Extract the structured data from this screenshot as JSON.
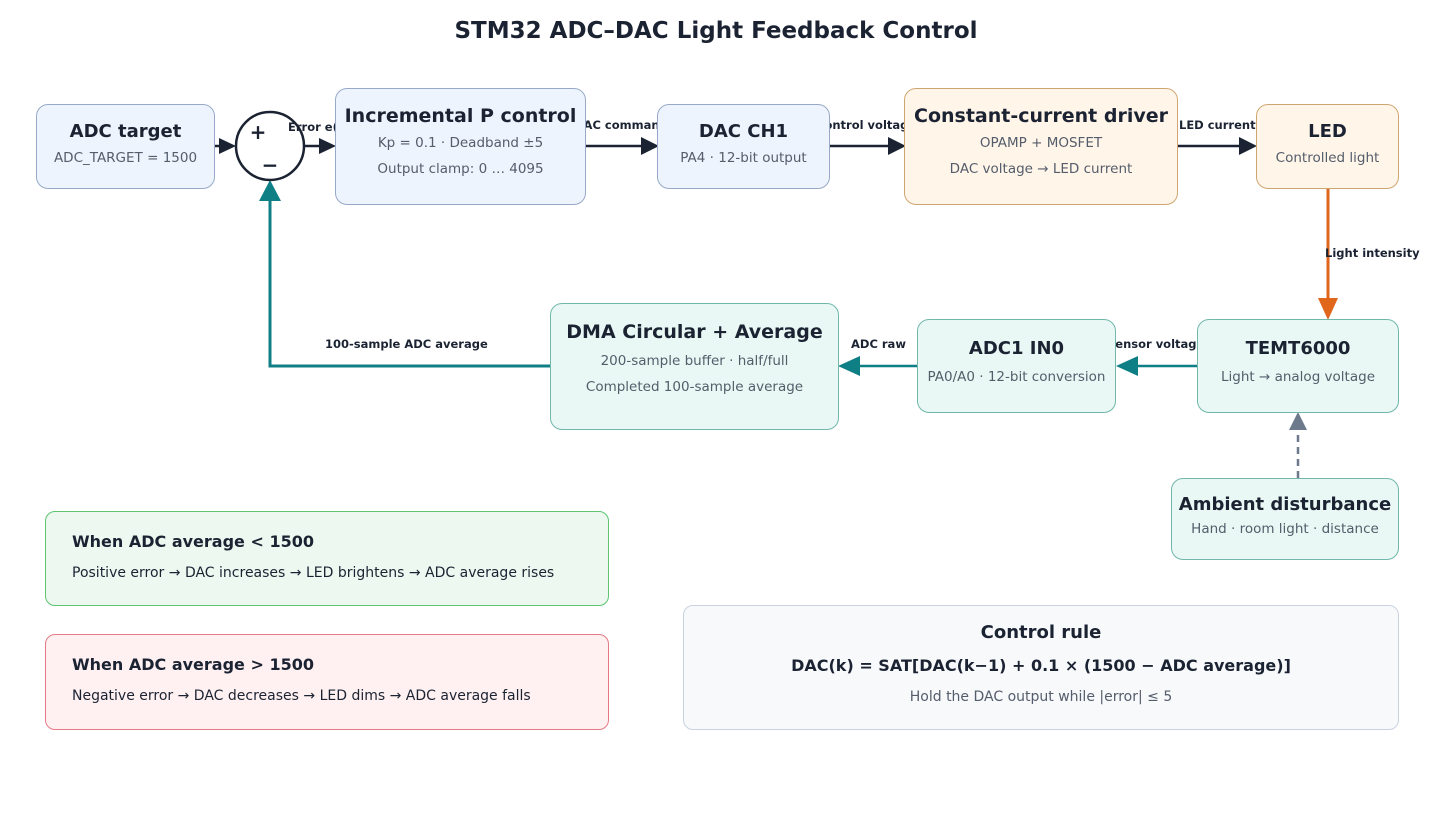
{
  "title": "STM32 ADC–DAC Light Feedback Control",
  "blocks": {
    "adc_target": {
      "title": "ADC target",
      "sub": "ADC_TARGET = 1500"
    },
    "p_control": {
      "title": "Incremental P control",
      "line1": "Kp = 0.1 · Deadband ±5",
      "line2": "Output clamp: 0 … 4095"
    },
    "dac": {
      "title": "DAC CH1",
      "sub": "PA4 · 12-bit output"
    },
    "driver": {
      "title": "Constant-current driver",
      "line1": "OPAMP + MOSFET",
      "line2": "DAC voltage → LED current"
    },
    "led": {
      "title": "LED",
      "sub": "Controlled light"
    },
    "temt": {
      "title": "TEMT6000",
      "sub": "Light → analog voltage"
    },
    "adc1": {
      "title": "ADC1 IN0",
      "sub": "PA0/A0 · 12-bit conversion"
    },
    "dma": {
      "title": "DMA Circular + Average",
      "line1": "200-sample buffer · half/full",
      "line2": "Completed 100-sample average"
    },
    "ambient": {
      "title": "Ambient disturbance",
      "sub": "Hand · room light · distance"
    }
  },
  "summing": {
    "plus": "+",
    "minus": "−"
  },
  "edges": {
    "error": "Error e(k)",
    "dac_command": "DAC command",
    "control_voltage": "Control voltage",
    "led_current": "LED current",
    "light_intensity": "Light intensity",
    "sensor_voltage": "Sensor voltage",
    "adc_raw": "ADC raw",
    "feedback": "100-sample ADC average"
  },
  "notes": {
    "low": {
      "title": "When ADC average < 1500",
      "text": "Positive error → DAC increases → LED brightens → ADC average rises"
    },
    "high": {
      "title": "When ADC average > 1500",
      "text": "Negative error → DAC decreases → LED dims → ADC average falls"
    }
  },
  "rule": {
    "title": "Control rule",
    "formula": "DAC(k) = SAT[DAC(k−1) + 0.1 × (1500 − ADC average)]",
    "note": "Hold the DAC output while |error| ≤ 5"
  },
  "colors": {
    "dark_arrow": "#1b2333",
    "light_arrow": "#e0661c",
    "feedback_arrow": "#0f7f86",
    "disturbance_arrow": "#6d7a8c"
  }
}
